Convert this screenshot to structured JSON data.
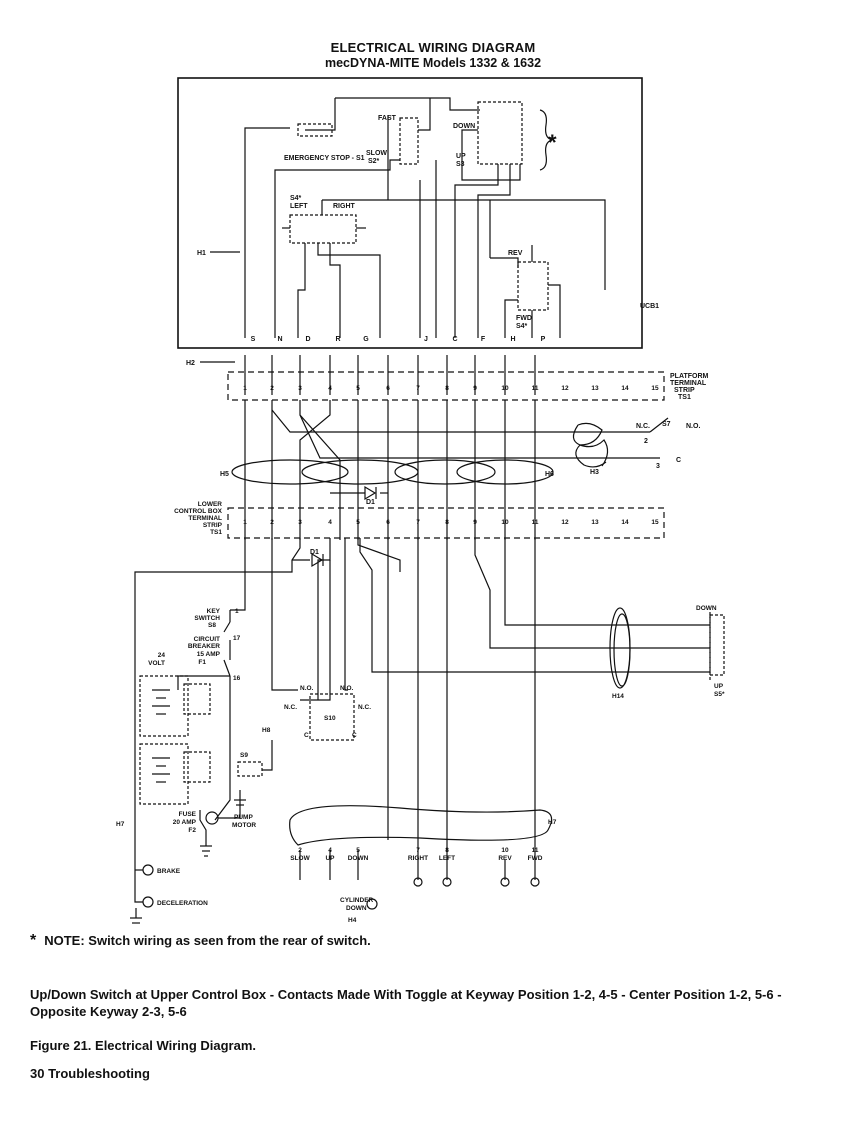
{
  "header": {
    "title": "ELECTRICAL WIRING DIAGRAM",
    "subtitle": "mecDYNA-MITE Models 1332 & 1632"
  },
  "upper_box": {
    "label": "UCB1",
    "emergency_stop": "EMERGENCY STOP - S1",
    "fast": "FAST",
    "slow": "SLOW",
    "slow_id": "S2*",
    "down": "DOWN",
    "up": "UP",
    "up_id": "S3",
    "left_right_id": "S4*",
    "left": "LEFT",
    "right": "RIGHT",
    "rev": "REV",
    "fwd": "FWD",
    "fwd_id": "S4*",
    "h1": "H1",
    "star": "*",
    "bottom_letters": [
      "S",
      "N",
      "D",
      "R",
      "G",
      "J",
      "C",
      "F",
      "H",
      "P"
    ]
  },
  "platform_strip": {
    "label_lines": [
      "PLATFORM",
      "TERMINAL",
      "STRIP",
      "TS1"
    ],
    "h2": "H2",
    "numbers": [
      "1",
      "2",
      "3",
      "4",
      "5",
      "6",
      "7",
      "8",
      "9",
      "10",
      "11",
      "12",
      "13",
      "14",
      "15"
    ]
  },
  "harness": {
    "h3": "H3",
    "h5": "H5",
    "h6": "H6",
    "h7": "H7",
    "h8": "H8",
    "h14": "H14",
    "h4": "H4",
    "s7": "S7",
    "nc": "N.C.",
    "no": "N.O.",
    "c": "C",
    "s7_nc_num": "2",
    "s7_c_num": "3"
  },
  "lower_strip": {
    "label_lines": [
      "LOWER",
      "CONTROL BOX",
      "TERMINAL",
      "STRIP",
      "TS1"
    ],
    "numbers": [
      "1",
      "2",
      "3",
      "4",
      "5",
      "6",
      "7",
      "8",
      "9",
      "10",
      "11",
      "12",
      "13",
      "14",
      "15"
    ],
    "d1": "D1"
  },
  "lower_section": {
    "key_switch": [
      "KEY",
      "SWITCH",
      "S8"
    ],
    "circuit_breaker": [
      "CIRCUIT",
      "BREAKER",
      "15 AMP",
      "F1"
    ],
    "volt": [
      "24",
      "VOLT"
    ],
    "fuse": [
      "FUSE",
      "20 AMP",
      "F2"
    ],
    "pump_motor": [
      "PUMP",
      "MOTOR"
    ],
    "s9": "S9",
    "s10": "S10",
    "brake": "BRAKE",
    "deceleration": "DECELERATION",
    "cylinder_down": [
      "CYLINDER",
      "DOWN"
    ],
    "updown_switch": {
      "down": "DOWN",
      "up": "UP",
      "id": "S5*"
    },
    "bottom_labels": [
      {
        "num": "2",
        "name": "SLOW"
      },
      {
        "num": "4",
        "name": "UP"
      },
      {
        "num": "5",
        "name": "DOWN"
      },
      {
        "num": "7",
        "name": "RIGHT"
      },
      {
        "num": "8",
        "name": "LEFT"
      },
      {
        "num": "10",
        "name": "REV"
      },
      {
        "num": "11",
        "name": "FWD"
      }
    ]
  },
  "note": {
    "star": "*",
    "text": "NOTE: Switch wiring as seen from the rear of switch."
  },
  "caption": {
    "line": "Up/Down Switch at Upper Control Box - Contacts Made With Toggle at Keyway Position 1-2, 4-5 - Center Position 1-2, 5-6 - Opposite Keyway 2-3, 5-6",
    "figure": "Figure 21. Electrical Wiring Diagram.",
    "page": "30 Troubleshooting"
  }
}
